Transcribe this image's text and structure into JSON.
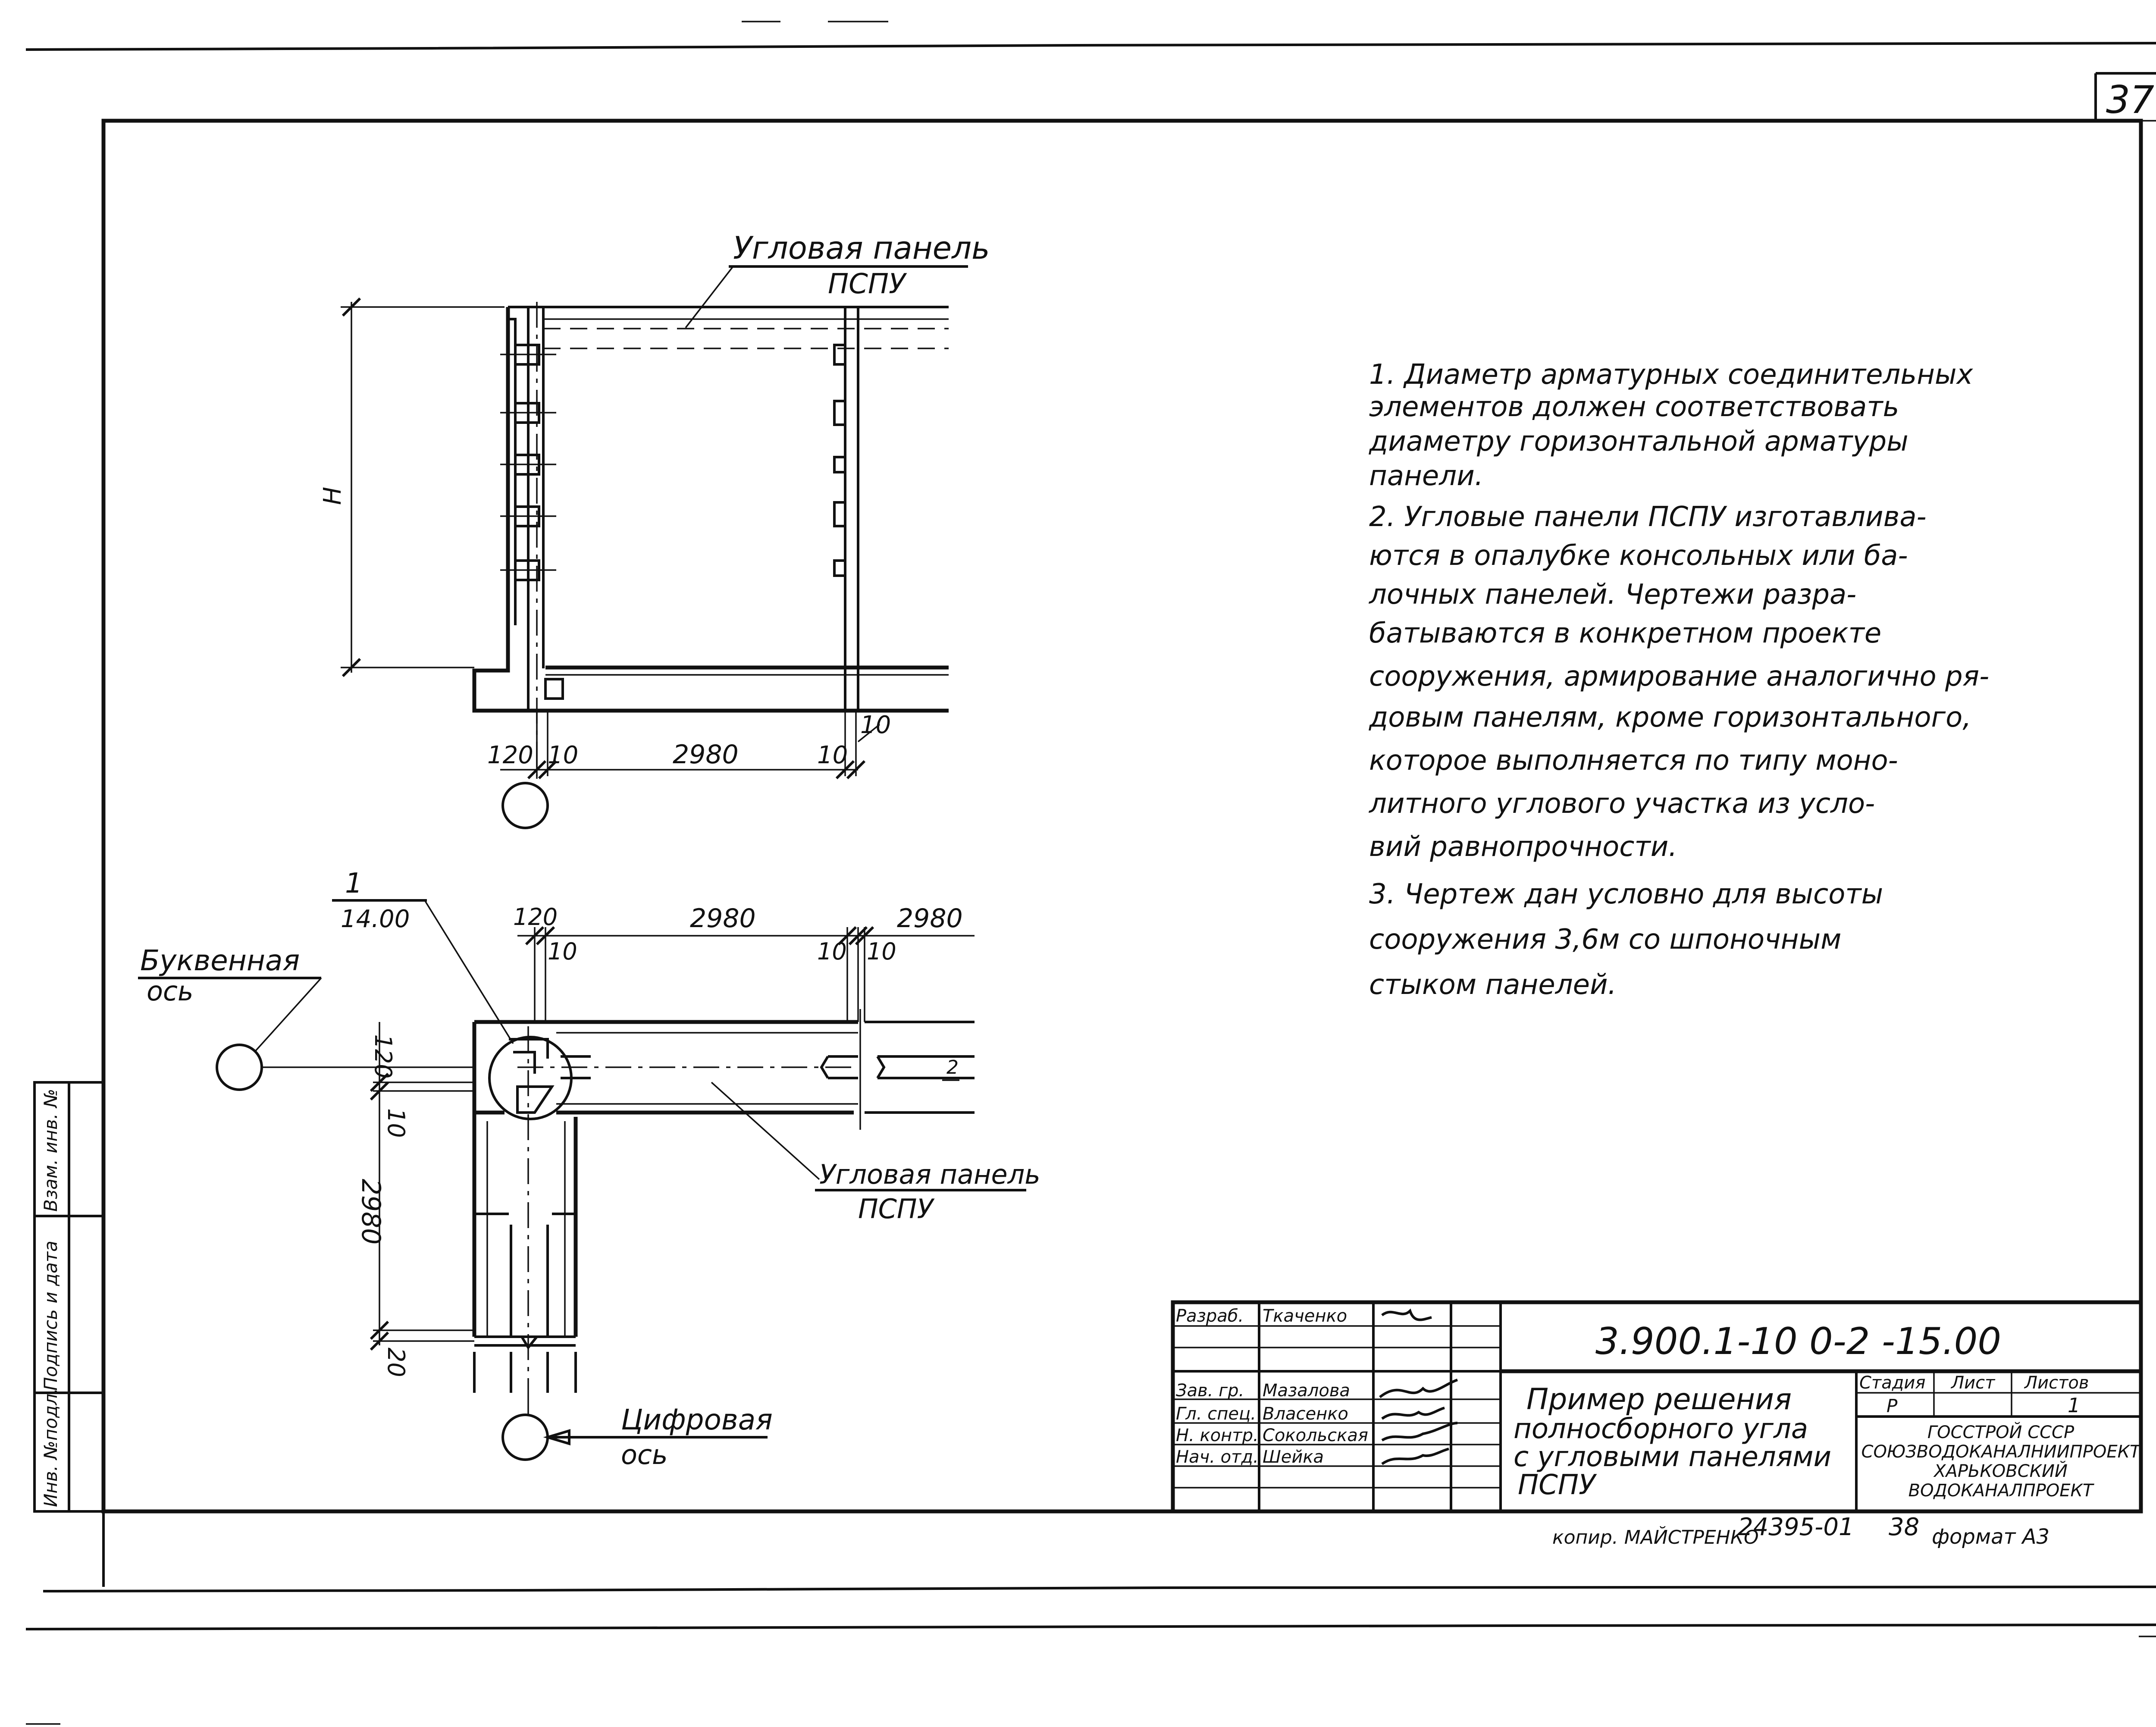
{
  "sheet": {
    "number": "37",
    "bottom_note": "копир. МАЙСТРЕНКО",
    "archive_number": "24395-01",
    "archive_sheet": "38",
    "format": "формат А3"
  },
  "side_stamp": {
    "cells": [
      "Инв. №подл.",
      "Подпись и дата",
      "Взам. инв. №"
    ]
  },
  "elevation": {
    "panel_label_1": "Угловая панель",
    "panel_label_2": "ПСПУ",
    "height_label": "H",
    "dim_120": "120",
    "dim_10_left": "10",
    "dim_2980": "2980",
    "dim_10_mid": "10",
    "dim_10_right": "10"
  },
  "plan": {
    "callout_1": "1",
    "callout_mark": "14.00",
    "dim_top_120": "120",
    "dim_top_2980_a": "2980",
    "dim_top_2980_b": "2980",
    "dim_top_10_a": "10",
    "dim_top_10_b": "10",
    "dim_top_10_c": "10",
    "letter_axis_1": "Буквенная",
    "letter_axis_2": "ось",
    "dim_left_120": "120",
    "dim_left_10": "10",
    "dim_left_2980": "2980",
    "dim_left_20": "20",
    "panel_label_1": "Угловая панель",
    "panel_label_2": "ПСПУ",
    "digit_axis_1": "Цифровая",
    "digit_axis_2": "ось",
    "small_2": "2"
  },
  "notes": [
    "1. Диаметр арматурных соединительных",
    "элементов должен соответствовать",
    "диаметру горизонтальной арматуры",
    "панели.",
    "2. Угловые панели ПСПУ изготавлива-",
    "ются в опалубке консольных или ба-",
    "лочных панелей. Чертежи разра-",
    "батываются в конкретном проекте",
    "сооружения, армирование аналогично ря-",
    "довым панелям, кроме горизонтального,",
    "которое выполняется по типу моно-",
    "литного углового участка из усло-",
    "вий равнопрочности.",
    "3. Чертеж дан условно для высоты",
    "сооружения 3,6м со шпоночным",
    "стыком панелей."
  ],
  "title_block": {
    "designation": "3.900.1-10 0-2 -15.00",
    "roles": [
      "Разраб.",
      "Зав. гр.",
      "Гл. спец.",
      "Н. контр.",
      "Нач. отд."
    ],
    "names": [
      "Ткаченко",
      "Мазалова",
      "Власенко",
      "Сокольская",
      "Шейка"
    ],
    "title_lines": [
      "Пример решения",
      "полносборного угла",
      "с угловыми панелями",
      "ПСПУ"
    ],
    "stage_header": "Стадия",
    "sheet_header": "Лист",
    "sheets_header": "Листов",
    "stage_value": "Р",
    "sheets_value": "1",
    "org_lines": [
      "ГОССТРОЙ СССР",
      "СОЮЗВОДОКАНАЛНИИПРОЕКТ",
      "ХАРЬКОВСКИЙ",
      "ВОДОКАНАЛПРОЕКТ"
    ]
  }
}
